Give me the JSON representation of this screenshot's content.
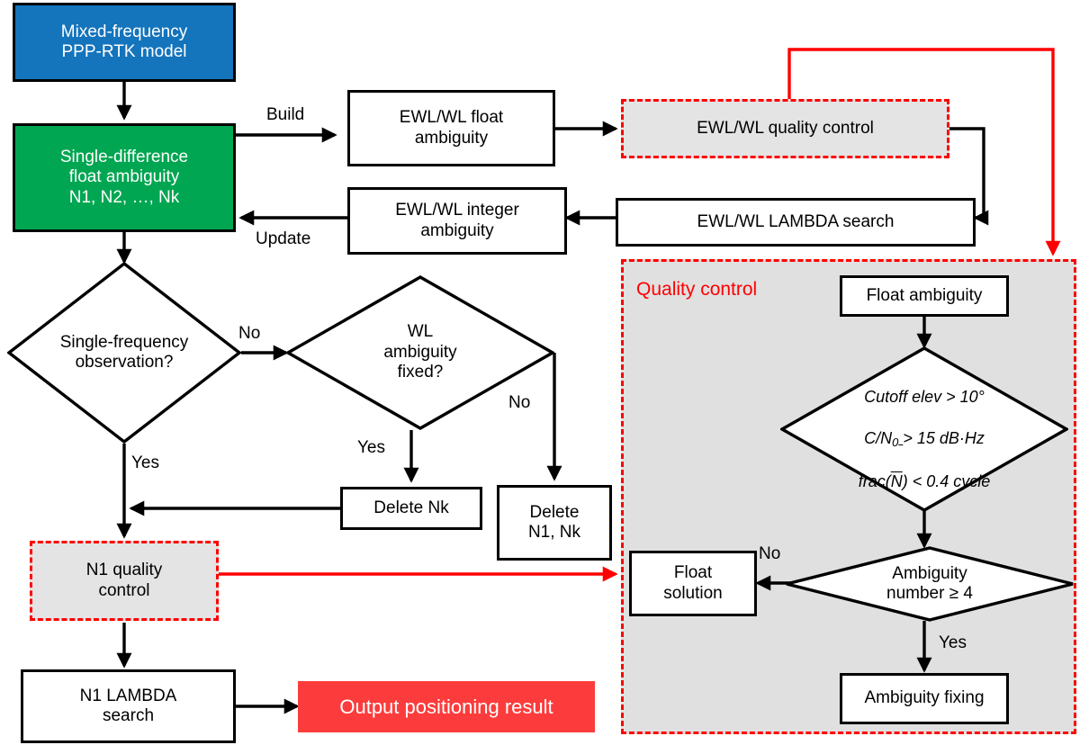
{
  "diagram": {
    "title": "Mixed-frequency PPP-RTK processing flowchart",
    "colors": {
      "blue": "#1474bc",
      "green": "#00a651",
      "red_fill": "#fc3c3c",
      "red_line": "#ff0000",
      "panel_gray": "#e0e0e0",
      "dashed_gray": "#e4e4e4",
      "black": "#000000"
    }
  },
  "nodes": {
    "model": {
      "label": "Mixed-frequency\nPPP-RTK model"
    },
    "float_ambiguity_sd": {
      "label": "Single-difference\nfloat ambiguity\nN1, N2, …, Nk"
    },
    "ewl_wl_float": {
      "label": "EWL/WL float\nambiguity"
    },
    "ewl_wl_qc": {
      "label": "EWL/WL quality control"
    },
    "ewl_wl_integer": {
      "label": "EWL/WL integer\nambiguity"
    },
    "ewl_wl_lambda": {
      "label": "EWL/WL LAMBDA search"
    },
    "single_freq_decision": {
      "label": "Single-frequency\nobservation?"
    },
    "wl_fixed_decision": {
      "label": "WL\nambiguity\nfixed?"
    },
    "delete_nk": {
      "label": "Delete Nk"
    },
    "delete_n1_nk": {
      "label": "Delete\nN1,  Nk"
    },
    "n1_qc": {
      "label": "N1 quality\ncontrol"
    },
    "n1_lambda": {
      "label": "N1 LAMBDA\nsearch"
    },
    "output": {
      "label": "Output positioning result"
    },
    "qc_panel_title": {
      "label": "Quality control"
    },
    "qc_float_ambiguity": {
      "label": "Float ambiguity"
    },
    "qc_criteria": {
      "line1": "Cutoff elev > 10°",
      "line2": "C/N0_>  15 dB·Hz",
      "line3": "frac(N) < 0.4 cycle"
    },
    "qc_amb_number": {
      "label": "Ambiguity\nnumber ≥ 4"
    },
    "qc_float_solution": {
      "label": "Float\nsolution"
    },
    "qc_ambiguity_fixing": {
      "label": "Ambiguity fixing"
    }
  },
  "edge_labels": {
    "build": "Build",
    "update": "Update",
    "sf_no": "No",
    "sf_yes": "Yes",
    "wl_yes": "Yes",
    "wl_no": "No",
    "amb_no": "No",
    "amb_yes": "Yes"
  }
}
